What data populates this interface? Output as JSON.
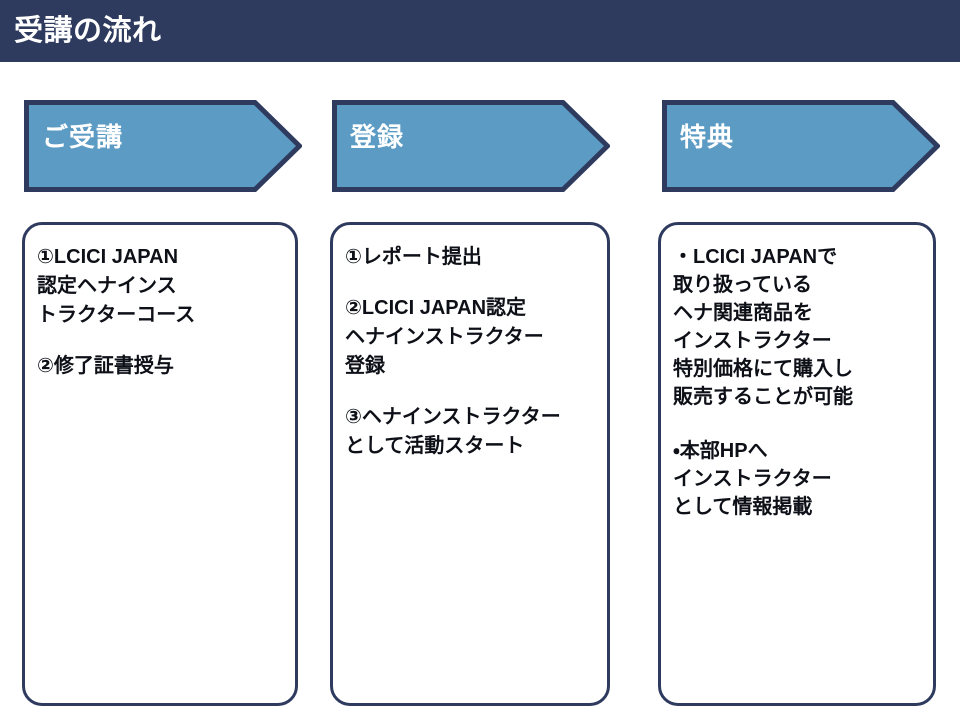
{
  "slide": {
    "title": "受講の流れ",
    "title_bar_color": "#2E3B5E",
    "background_color": "#FFFFFF",
    "arrow_fill_color": "#5B9BC4",
    "arrow_border_color": "#2E3B5E",
    "box_border_color": "#2E3B5E",
    "text_color": "#0D1017"
  },
  "columns": [
    {
      "banner_label": "ご受講",
      "items": [
        "①LCICI JAPAN\n  認定ヘナインス\n  トラクターコース",
        "②修了証書授与"
      ]
    },
    {
      "banner_label": "登録",
      "items": [
        "①レポート提出",
        "②LCICI JAPAN認定\n  ヘナインストラクター\n  登録",
        "③ヘナインストラクター\n  として活動スタート"
      ]
    },
    {
      "banner_label": "特典",
      "items": [
        "・LCICI JAPANで\n  取り扱っている\n  ヘナ関連商品を\n  インストラクター\n  特別価格にて購入し\n  販売することが可能",
        "・本部HPへ\n  インストラクター\n  として情報掲載"
      ]
    }
  ]
}
